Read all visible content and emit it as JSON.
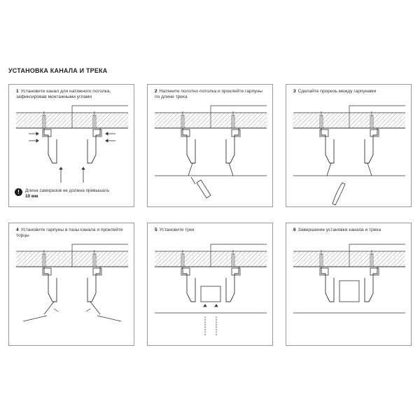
{
  "title": "УСТАНОВКА КАНАЛА И ТРЕКА",
  "steps": [
    {
      "num": "1",
      "text": "Установите канал для натяжного потолка, зафиксировав монтажными углами"
    },
    {
      "num": "2",
      "text": "Натяните полотно потолка и проклейте гарпуны по длине трека"
    },
    {
      "num": "3",
      "text": "Сделайте прорезь между гарпунами"
    },
    {
      "num": "4",
      "text": "Установите гарпуны в пазы канала и проклейте торцы"
    },
    {
      "num": "5",
      "text": "Установите трек"
    },
    {
      "num": "6",
      "text": "Завершение установки канала и трека"
    }
  ],
  "note": {
    "icon": "exclamation-icon",
    "text": "Длина саморезов не должна превышать",
    "value": "10 мм"
  }
}
